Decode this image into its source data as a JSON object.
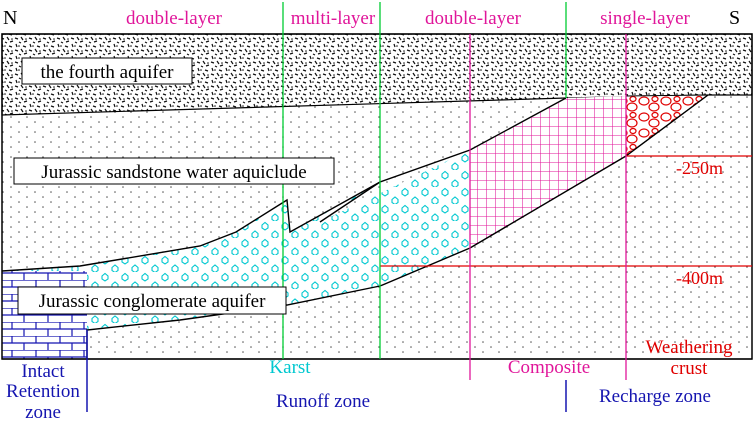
{
  "compass": {
    "north": "N",
    "south": "S"
  },
  "layer_types": [
    {
      "label": "double-layer",
      "color": "#e0169a"
    },
    {
      "label": "multi-layer",
      "color": "#e0169a"
    },
    {
      "label": "double-layer",
      "color": "#e0169a"
    },
    {
      "label": "single-layer",
      "color": "#e0169a"
    }
  ],
  "strata": {
    "fourth_aquifer": "the fourth aquifer",
    "sandstone": "Jurassic sandstone water aquiclude",
    "conglomerate": "Jurassic conglomerate aquifer"
  },
  "depths": [
    {
      "label": "-250m",
      "color": "#e00000"
    },
    {
      "label": "-400m",
      "color": "#e00000"
    }
  ],
  "karst_types": [
    {
      "label": "Intact",
      "color": "#1515b0"
    },
    {
      "label": "Karst",
      "color": "#00c8d0"
    },
    {
      "label": "Composite",
      "color": "#e0169a"
    },
    {
      "label": "Weathering",
      "color": "#e00000"
    },
    {
      "label": "crust",
      "color": "#e00000"
    }
  ],
  "zones": [
    {
      "label": "Retention",
      "color": "#1515b0"
    },
    {
      "label": "zone",
      "color": "#1515b0"
    },
    {
      "label": "Runoff zone",
      "color": "#1515b0"
    },
    {
      "label": "Recharge zone",
      "color": "#1515b0"
    }
  ],
  "colors": {
    "magenta": "#e0169a",
    "green": "#00cc33",
    "red": "#e00000",
    "cyan": "#00c8d0",
    "blue": "#1515b0"
  }
}
